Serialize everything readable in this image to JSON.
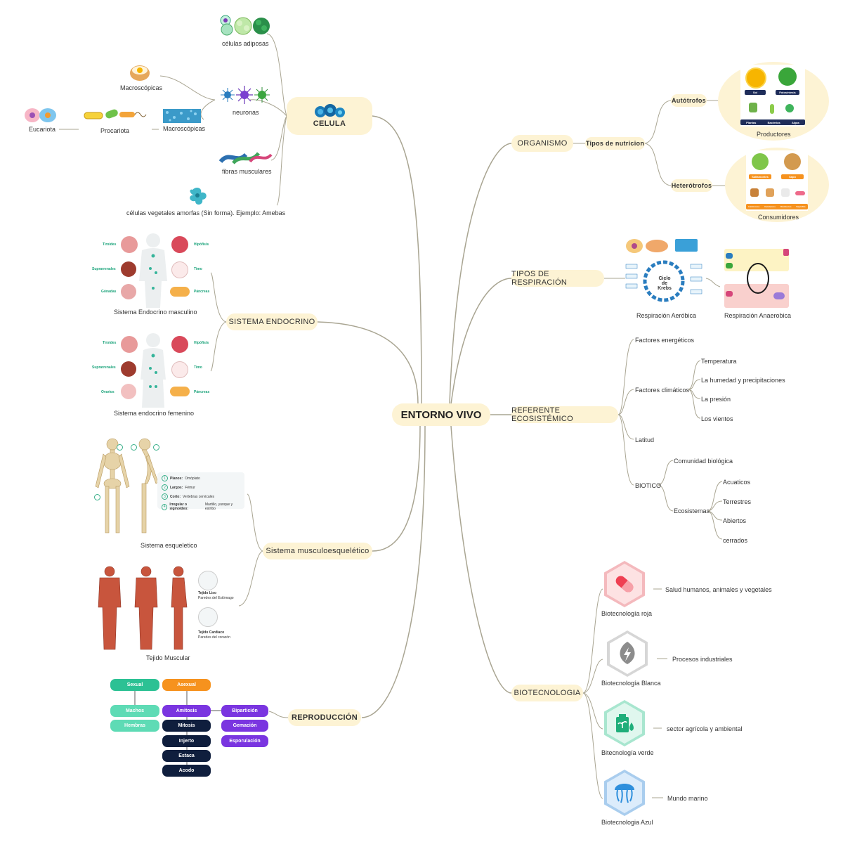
{
  "root": "ENTORNO VIVO",
  "celula": {
    "title": "CELULA",
    "adiposas": "células adiposas",
    "macro1": "Macroscópicas",
    "neuronas": "neuronas",
    "eucariota": "Eucariota",
    "procariota": "Procariota",
    "macro2": "Macroscópicas",
    "fibras": "fibras musculares",
    "vegetales": "células vegetales amorfas (Sin forma). Ejemplo: Amebas"
  },
  "endocrino": {
    "title": "SISTEMA ENDOCRINO",
    "masculino": "Sistema Endocrino masculino",
    "femenino": "Sistema endocrino femenino",
    "labels_m": [
      "Tiroides",
      "Hipófisis",
      "Suprarrenales",
      "Timo",
      "Gónadas",
      "Páncreas"
    ],
    "labels_f": [
      "Tiroides",
      "Hipófisis",
      "Suprarrenales",
      "Timo",
      "Ovarios",
      "Páncreas"
    ]
  },
  "musculo": {
    "title": "Sistema musculoesquelético",
    "esqueletico": "Sistema esqueletico",
    "muscular": "Tejido Muscular",
    "bones": [
      {
        "n": "1",
        "b": "Planos:",
        "t": "Omóplato"
      },
      {
        "n": "2",
        "b": "Largos:",
        "t": "Fémur"
      },
      {
        "n": "3",
        "b": "Corto:",
        "t": "Vertebras cervicales"
      },
      {
        "n": "4",
        "b": "Irregular o sigmoideo:",
        "t": "Martillo, yunque y estribo"
      }
    ],
    "liso_t": "Tejido Liso",
    "liso_s": "Paredes del Estómago",
    "cardiaco_t": "Tejido Cardiaco",
    "cardiaco_s": "Paredes del corazón"
  },
  "reproduccion": {
    "title": "REPRODUCCIÓN",
    "sexual": "Sexual",
    "asexual": "Asexual",
    "machos": "Machos",
    "hembras": "Hembras",
    "amitosis": "Amitosis",
    "mitosis": "Mitosis",
    "injerto": "Injerto",
    "estaca": "Estaca",
    "acodo": "Acodo",
    "biparticion": "Bipartición",
    "gemacion": "Gemación",
    "esporulacion": "Esporulación"
  },
  "organismo": {
    "title": "ORGANISMO",
    "tipos": "Tipos de nutricion",
    "autotrofos": "Autótrofos",
    "heterotrofos": "Heterótrofos",
    "productores": "Productores",
    "consumidores": "Consumidores",
    "prod_labels": [
      "Sol",
      "Fotosíntesis",
      "Plantas",
      "Bacterias",
      "Algas"
    ],
    "cons_labels": [
      "Saltamontes",
      "Sapo",
      "Herbívoros",
      "Carnívoros",
      "Omnívoros",
      "Saprófito"
    ]
  },
  "respiracion": {
    "title": "TIPOS DE RESPIRACIÓN",
    "aerobica": "Respiración Aeróbica",
    "anaerobica": "Respiración Anaerobica",
    "krebs": "Ciclo de Krebs"
  },
  "referente": {
    "title": "REFERENTE ECOSISTÉMICO",
    "energeticos": "Factores energéticos",
    "climaticos": "Factores climáticos",
    "temperatura": "Temperatura",
    "humedad": "La humedad y precipitaciones",
    "presion": "La presión",
    "vientos": "Los vientos",
    "latitud": "Latitud",
    "biotico": "BIOTICO",
    "comunidad": "Comunidad biológica",
    "ecosistemas": "Ecosistemas",
    "acuaticos": "Acuaticos",
    "terrestres": "Terrestres",
    "abiertos": "Abiertos",
    "cerrados": "cerrados"
  },
  "biotecnologia": {
    "title": "BIOTECNOLOGIA",
    "roja": "Biotecnología roja",
    "roja_d": "Salud humanos, animales y vegetales",
    "blanca": "Biotecnología Blanca",
    "blanca_d": "Procesos industriales",
    "verde": "Bitecnología verde",
    "verde_d": "sector agrícola y ambiental",
    "azul": "Biotecnologia Azul",
    "azul_d": "Mundo marino"
  },
  "colors": {
    "pill": "#fdf3d4",
    "line": "#a9a592",
    "green": "#2cc194",
    "orange": "#f6921e",
    "purple": "#7a35e0",
    "navy": "#0f1e3d",
    "mint": "#5edbb5"
  }
}
